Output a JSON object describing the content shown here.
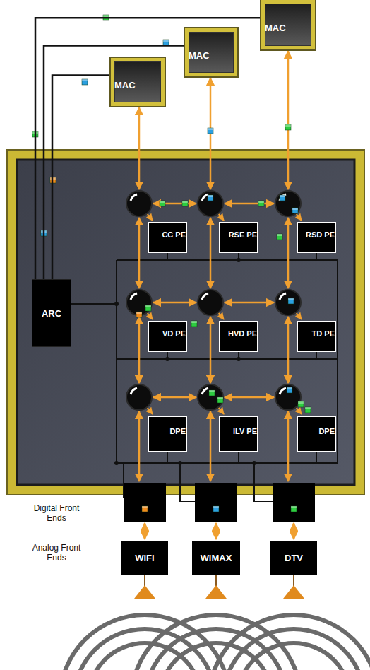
{
  "diagram": {
    "nodes": [
      {
        "text": [
          "MAC"
        ]
      },
      {
        "text": [
          "MAC"
        ]
      },
      {
        "text": [
          "MAC"
        ]
      },
      {
        "text": [
          "ARC"
        ]
      },
      {
        "text": [
          "CC PE"
        ]
      },
      {
        "text": [
          "RSE PE"
        ]
      },
      {
        "text": [
          "RSD PE"
        ]
      },
      {
        "text": [
          "VD PE"
        ]
      },
      {
        "text": [
          "HVD PE"
        ]
      },
      {
        "text": [
          "TD PE"
        ]
      },
      {
        "text": [
          "DPE"
        ]
      },
      {
        "text": [
          "ILV PE"
        ]
      },
      {
        "text": [
          "DPE"
        ]
      },
      {
        "text": [
          "WiFi"
        ]
      },
      {
        "text": [
          "WiMAX"
        ]
      },
      {
        "text": [
          "DTV"
        ]
      }
    ],
    "edges": [
      {
        "from": 3,
        "to": 0,
        "arrow": "none"
      },
      {
        "from": 3,
        "to": 1,
        "arrow": "none"
      },
      {
        "from": 3,
        "to": 2,
        "arrow": "none"
      }
    ],
    "labels": [
      "Digital Front Ends",
      "Analog Front Ends"
    ]
  }
}
